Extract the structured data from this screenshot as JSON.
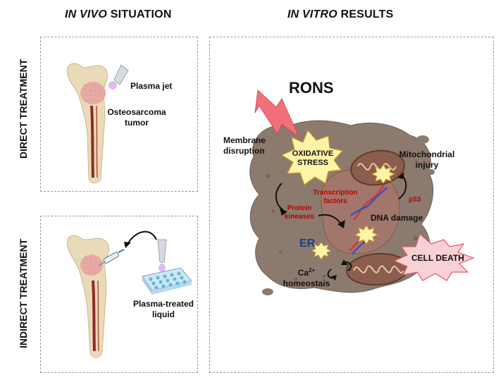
{
  "headings": {
    "in_vivo_em": "IN VIVO",
    "in_vivo_rest": " SITUATION",
    "in_vitro_em": "IN VITRO",
    "in_vitro_rest": " RESULTS"
  },
  "side_labels": {
    "direct": "DIRECT TREATMENT",
    "indirect": "INDIRECT TREATMENT"
  },
  "direct_panel": {
    "plasma_jet": "Plasma jet",
    "tumor_line1": "Osteosarcoma",
    "tumor_line2": "tumor"
  },
  "indirect_panel": {
    "liquid_line1": "Plasma-treated",
    "liquid_line2": "liquid"
  },
  "results": {
    "rons": "RONS",
    "membrane_line1": "Membrane",
    "membrane_line2": "disruption",
    "oxidative_line1": "OXIDATIVE",
    "oxidative_line2": "STRESS",
    "mito_line1": "Mitochondrial",
    "mito_line2": "injury",
    "transcription_line1": "Transcription",
    "transcription_line2": "factors",
    "protein_line1": "Protein",
    "protein_line2": "kineases",
    "p53": "p53",
    "dna_damage": "DNA damage",
    "er": "ER",
    "ca": "Ca",
    "ca_sup": "2+",
    "homeostasis": "homeostais",
    "cell_death": "CELL DEATH"
  },
  "colors": {
    "cell_body": "#8b7a6d",
    "nucleus": "#a2766a",
    "bone": "#eadbb8",
    "marrow": "#8f2a2a",
    "tumor": "#e8a9a4",
    "starburst_yellow": "#fff3a8",
    "starburst_pink": "#f9d0d4",
    "lightning": "#f3707a",
    "accent_red": "#c00000"
  }
}
